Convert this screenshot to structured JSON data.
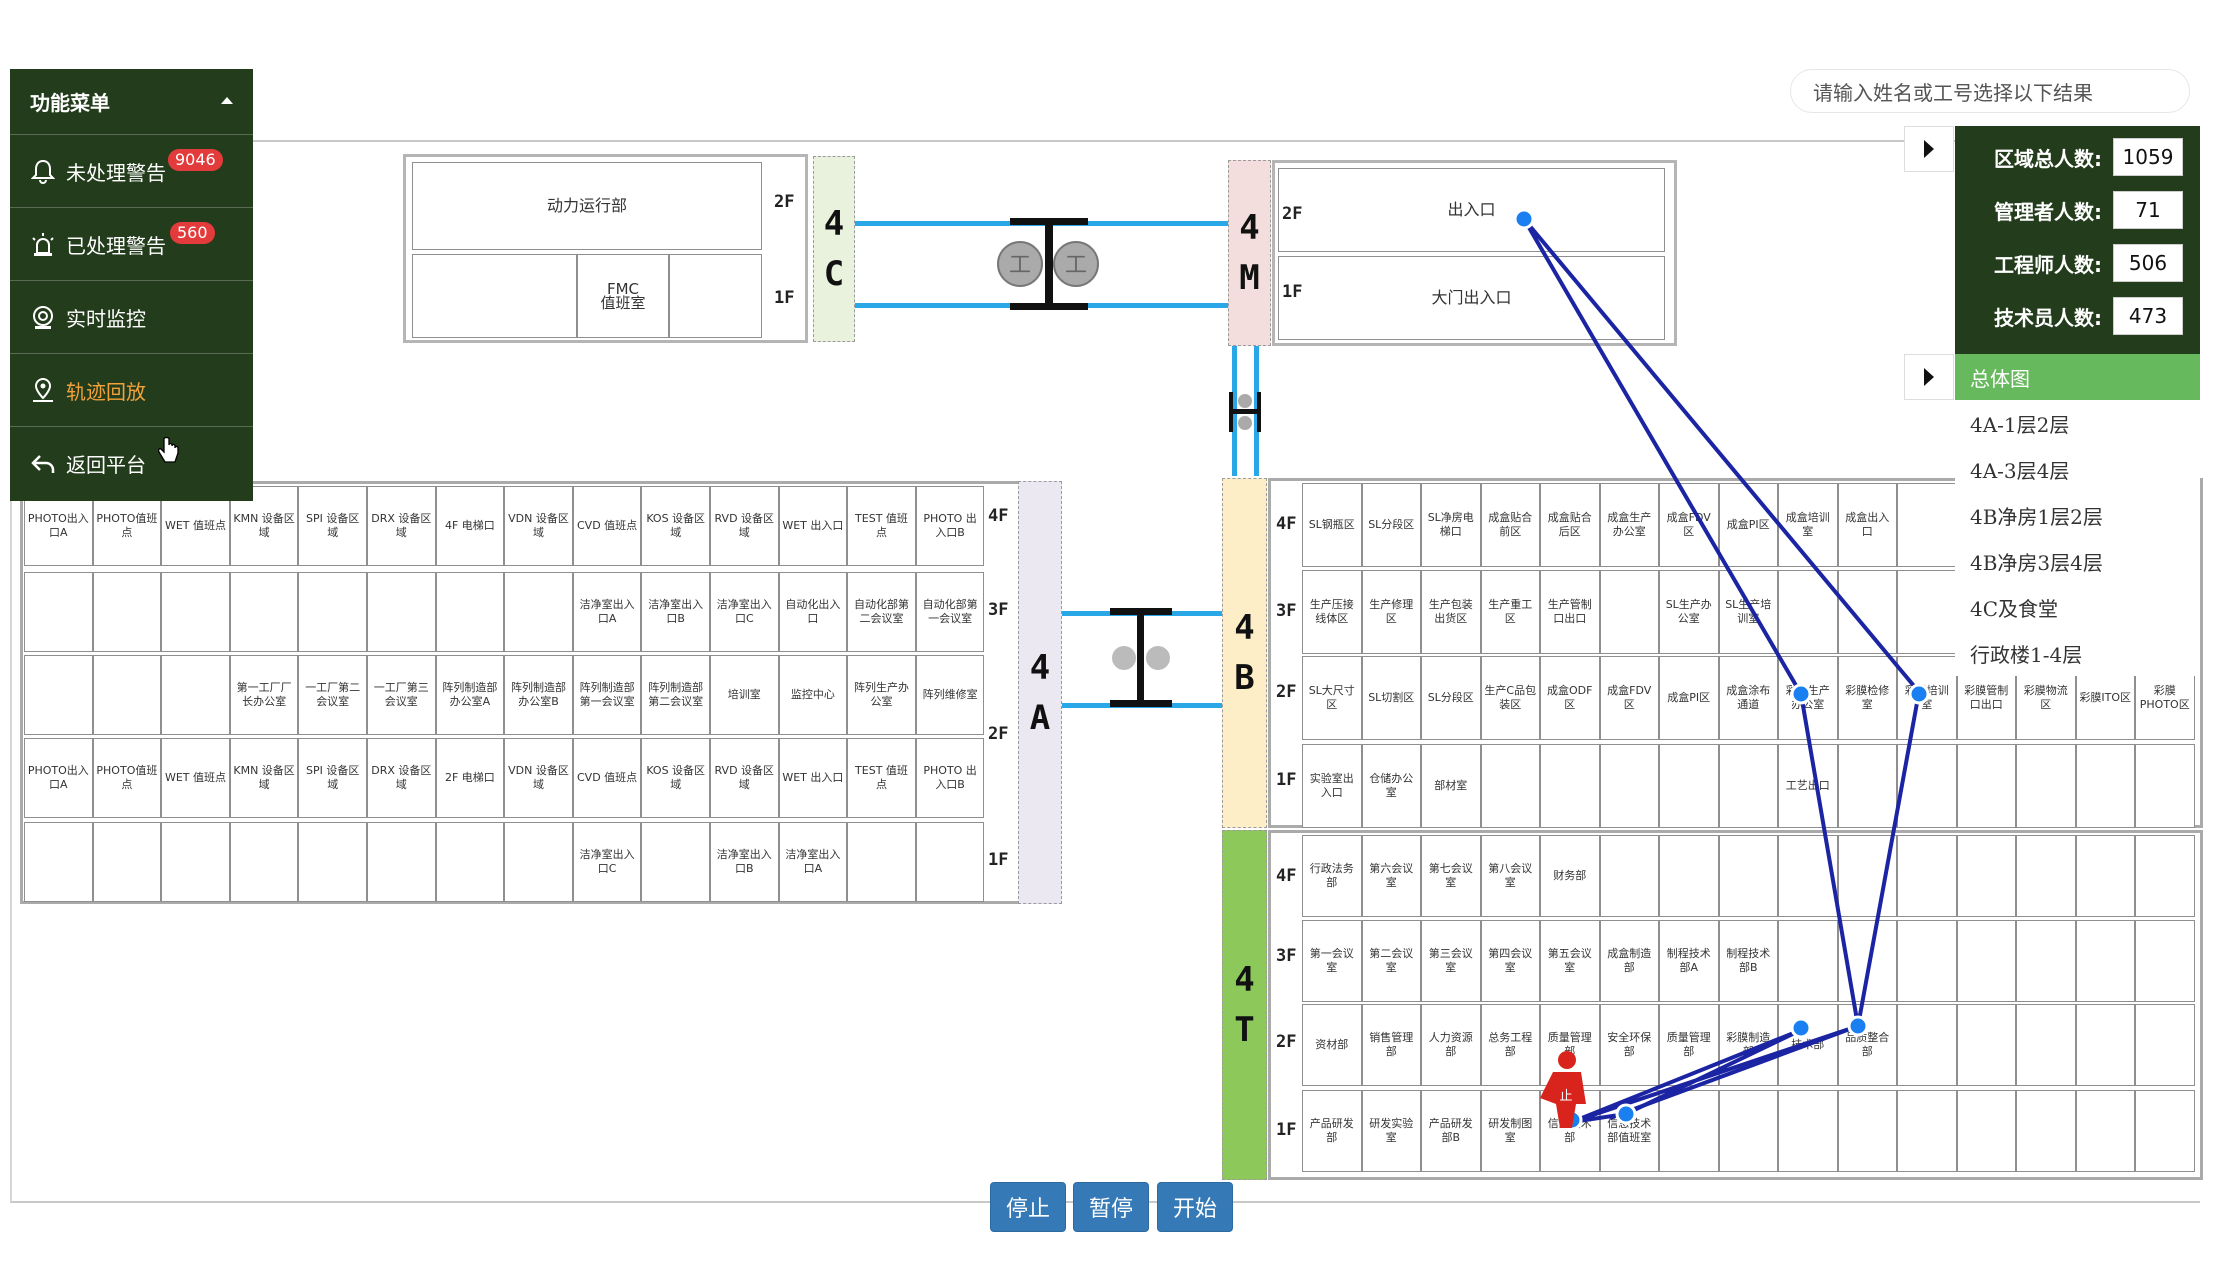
{
  "menu": {
    "title": "功能菜单",
    "items": [
      {
        "label": "未处理警告",
        "badge": "9046",
        "icon": "bell-icon"
      },
      {
        "label": "已处理警告",
        "badge": "560",
        "icon": "siren-icon"
      },
      {
        "label": "实时监控",
        "icon": "camera-icon"
      },
      {
        "label": "轨迹回放",
        "icon": "location-pin-icon",
        "active": true
      },
      {
        "label": "返回平台",
        "icon": "return-arrow-icon"
      }
    ],
    "active_color": "#f2a23a"
  },
  "search": {
    "placeholder": "请输入姓名或工号选择以下结果"
  },
  "stats": [
    {
      "label": "区域总人数:",
      "value": "1059"
    },
    {
      "label": "管理者人数:",
      "value": "71"
    },
    {
      "label": "工程师人数:",
      "value": "506"
    },
    {
      "label": "技术员人数:",
      "value": "473"
    }
  ],
  "floors_list": [
    "总体图",
    "4A-1层2层",
    "4A-3层4层",
    "4B净房1层2层",
    "4B净房3层4层",
    "4C及食堂",
    "行政楼1-4层"
  ],
  "controls": {
    "stop": "停止",
    "pause": "暂停",
    "start": "开始"
  },
  "buildings": {
    "c4": {
      "tag": [
        "4",
        "C"
      ],
      "f2": "2F",
      "f1": "1F",
      "r1": "动力运行部",
      "r2": "FMC\n值班室"
    },
    "m4": {
      "tag": [
        "4",
        "M"
      ],
      "f2": "2F",
      "f1": "1F",
      "r1": "出入口",
      "r2": "大门出入口"
    },
    "a4": {
      "tag": [
        "4",
        "A"
      ],
      "floors": [
        "4F",
        "3F",
        "2F",
        "1F"
      ]
    },
    "b4": {
      "tag": [
        "4",
        "B"
      ],
      "floors": [
        "4F",
        "3F",
        "2F",
        "1F"
      ]
    },
    "t4": {
      "tag": [
        "4",
        "T"
      ],
      "floors": [
        "4F",
        "3F",
        "2F",
        "1F"
      ]
    }
  },
  "a4_rows": [
    [
      "PHOTO出入口A",
      "PHOTO值班点",
      "WET 值班点",
      "KMN 设备区域",
      "SPI 设备区域",
      "DRX 设备区域",
      "4F 电梯口",
      "VDN 设备区域",
      "CVD 值班点",
      "KOS 设备区域",
      "RVD 设备区域",
      "WET 出入口",
      "TEST 值班点",
      "PHOTO 出入口B"
    ],
    [
      "",
      "",
      "",
      "",
      "",
      "",
      "",
      "",
      "洁净室出入口A",
      "洁净室出入口B",
      "洁净室出入口C",
      "自动化出入口",
      "自动化部第二会议室",
      "自动化部第一会议室"
    ],
    [
      "",
      "",
      "",
      "第一工厂厂长办公室",
      "一工厂第二会议室",
      "一工厂第三会议室",
      "阵列制造部办公室A",
      "阵列制造部办公室B",
      "阵列制造部第一会议室",
      "阵列制造部第二会议室",
      "培训室",
      "监控中心",
      "阵列生产办公室",
      "阵列维修室"
    ],
    [
      "PHOTO出入口A",
      "PHOTO值班点",
      "WET 值班点",
      "KMN 设备区域",
      "SPI 设备区域",
      "DRX 设备区域",
      "2F 电梯口",
      "VDN 设备区域",
      "CVD 值班点",
      "KOS 设备区域",
      "RVD 设备区域",
      "WET 出入口",
      "TEST 值班点",
      "PHOTO 出入口B"
    ],
    [
      "",
      "",
      "",
      "",
      "",
      "",
      "",
      "",
      "洁净室出入口C",
      "",
      "洁净室出入口B",
      "洁净室出入口A",
      "",
      ""
    ]
  ],
  "b4_rows": [
    [
      "SL钢瓶区",
      "SL分段区",
      "SL净房电梯口",
      "成盒贴合前区",
      "成盒贴合后区",
      "成盒生产办公室",
      "成盒FDV区",
      "成盒PI区",
      "成盒培训室",
      "成盒出入口",
      "",
      "",
      "",
      "",
      ""
    ],
    [
      "生产压接线体区",
      "生产修理区",
      "生产包装出货区",
      "生产重工区",
      "生产管制口出口",
      "",
      "SL生产办公室",
      "SL生产培训室",
      "",
      "",
      "",
      "",
      "",
      "",
      ""
    ],
    [
      "SL大尺寸区",
      "SL切割区",
      "SL分段区",
      "生产C品包装区",
      "成盒ODF区",
      "成盒FDV区",
      "成盒PI区",
      "成盒涂布通道",
      "彩膜生产办公室",
      "彩膜检修室",
      "彩膜培训室",
      "彩膜管制口出口",
      "彩膜物流区",
      "彩膜ITO区",
      "彩膜PHOTO区"
    ],
    [
      "实验室出入口",
      "仓储办公室",
      "部材室",
      "",
      "",
      "",
      "",
      "",
      "工艺出口",
      "",
      "",
      "",
      "",
      "",
      ""
    ]
  ],
  "t4_rows": [
    [
      "行政法务部",
      "第六会议室",
      "第七会议室",
      "第八会议室",
      "财务部",
      "",
      "",
      "",
      "",
      "",
      "",
      "",
      "",
      "",
      ""
    ],
    [
      "第一会议室",
      "第二会议室",
      "第三会议室",
      "第四会议室",
      "第五会议室",
      "成盒制造部",
      "制程技术部A",
      "制程技术部B",
      "",
      "",
      "",
      "",
      "",
      "",
      ""
    ],
    [
      "资材部",
      "销售管理部",
      "人力资源部",
      "总务工程部",
      "质量管理部",
      "安全环保部",
      "质量管理部",
      "彩膜制造部",
      "技术部",
      "品质整合部",
      "",
      "",
      "",
      "",
      ""
    ],
    [
      "产品研发部",
      "研发实验室",
      "产品研发部B",
      "研发制图室",
      "信息技术部",
      "信息技术部值班室",
      "",
      "",
      "",
      "",
      "",
      "",
      "",
      "",
      ""
    ]
  ],
  "person_marker": {
    "label": "止",
    "color": "#d8241c"
  },
  "track_color": "#1b24a3",
  "point_color": "#1a7ff0"
}
